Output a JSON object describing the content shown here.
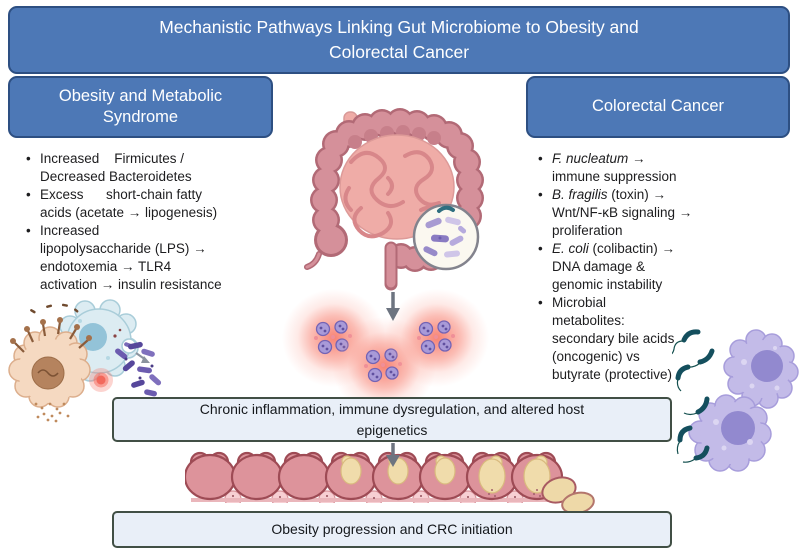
{
  "title": "Mechanistic Pathways Linking Gut Microbiome to Obesity and\nColorectal Cancer",
  "left_panel": {
    "heading": "Obesity and Metabolic\nSyndrome",
    "bullets": [
      {
        "em": "",
        "text": "Increased    Firmicutes /\nDecreased Bacteroidetes"
      },
      {
        "em": "",
        "text": "Excess      short-chain fatty\nacids (acetate → lipogenesis)"
      },
      {
        "em": "",
        "text": "Increased\nlipopolysaccharide (LPS) →\nendotoxemia → TLR4\nactivation → insulin resistance"
      }
    ]
  },
  "right_panel": {
    "heading": "Colorectal Cancer",
    "bullets": [
      {
        "em": "F. nucleatum",
        "text": " →\nimmune suppression"
      },
      {
        "em": "B. fragilis",
        "text": " (toxin) →\nWnt/NF-κB signaling →\nproliferation"
      },
      {
        "em": "E. coli",
        "text": " (colibactin) →\nDNA damage &\ngenomic instability"
      },
      {
        "em": "",
        "text": "Microbial\nmetabolites:\nsecondary bile acids\n(oncogenic) vs\nbutyrate (protective)"
      }
    ]
  },
  "flow": {
    "box1": "Chronic inflammation, immune dysregulation, and altered host\nepigenetics",
    "box2": "Obesity progression and CRC initiation"
  },
  "illustrations": {
    "gut": "large and small intestine with magnified gut-microbiome inset",
    "inflammation": "inflamed foci with immune cell clusters",
    "left_cells": "adipocyte with TLR receptors and macrophage engulfing bacteria",
    "right_cells": "macrophages with flagellated bacteria",
    "polyps": "colon epithelium with progressive polyp growth"
  },
  "colors": {
    "banner_blue": "#4d78b6",
    "banner_border": "#2d4f82",
    "flow_box_bg": "#e9eff8",
    "flow_box_border": "#414f45",
    "arrow_gray": "#6d7480",
    "colon_pink": "#d5909a",
    "polyp_cream": "#f0dcab",
    "bacteria_purple": "#6c5caf",
    "bacteria_teal": "#144f5e"
  }
}
